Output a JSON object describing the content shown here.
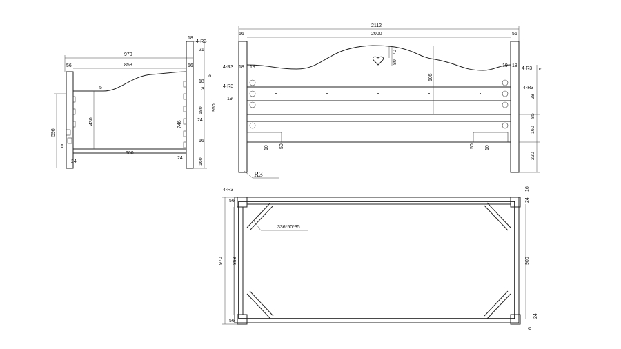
{
  "side_view": {
    "width_total": "970",
    "width_inner": "858",
    "post_left": "56",
    "post_right": "56",
    "top_18": "18",
    "radius_label": "4-R3",
    "top_21": "21",
    "dim_5": "5",
    "right_18": "18",
    "right_3": "3",
    "height_596": "596",
    "height_430": "430",
    "height_746": "746",
    "height_580": "580",
    "height_950": "950",
    "dim_24_mid": "24",
    "dim_6": "6",
    "dim_16": "16",
    "bottom_24_left": "24",
    "bottom_24_right": "24",
    "rail_900": "900",
    "leg_160": "160"
  },
  "front_view": {
    "width_total": "2112",
    "width_inner": "2000",
    "post_left": "56",
    "post_right": "56",
    "radius_left_top": "4-R3",
    "radius_left_mid": "4-R3",
    "radius_right_top": "4-R3",
    "radius_right_mid": "4-R3",
    "dim_18": "18",
    "dim_19_left": "19",
    "dim_19_left_b": "19",
    "dim_19_right": "19",
    "dim_18_right": "18",
    "dim_5": "5",
    "heart_70": "70",
    "heart_80": "80",
    "height_505": "505",
    "dim_28": "28",
    "dim_85": "85",
    "dim_160": "160",
    "dim_220": "220",
    "dim_10_left": "10",
    "dim_50_left": "50",
    "dim_50_right": "50",
    "dim_10_right": "10",
    "radius_callout": "R3"
  },
  "plan_view": {
    "radius_label": "4-R3",
    "post_top": "56",
    "post_bottom": "56",
    "width_970": "970",
    "width_858": "858",
    "rail_900": "900",
    "brace_label": "336*50*35",
    "dim_16": "16",
    "dim_24_top": "24",
    "dim_24_bottom": "24",
    "dim_6": "6"
  }
}
